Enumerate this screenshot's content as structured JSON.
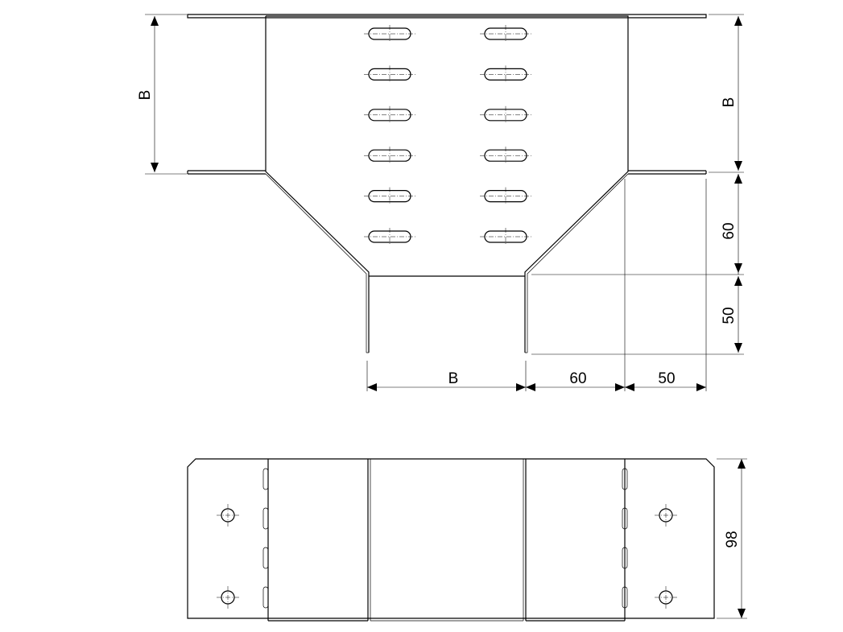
{
  "top_view": {
    "width_top": "B",
    "width_right": "B",
    "height_taper": "60",
    "height_lip": "50",
    "width_bottom": "B",
    "width_taper": "60",
    "width_lip": "50",
    "slot_count": 12
  },
  "side_view": {
    "height": "98"
  }
}
